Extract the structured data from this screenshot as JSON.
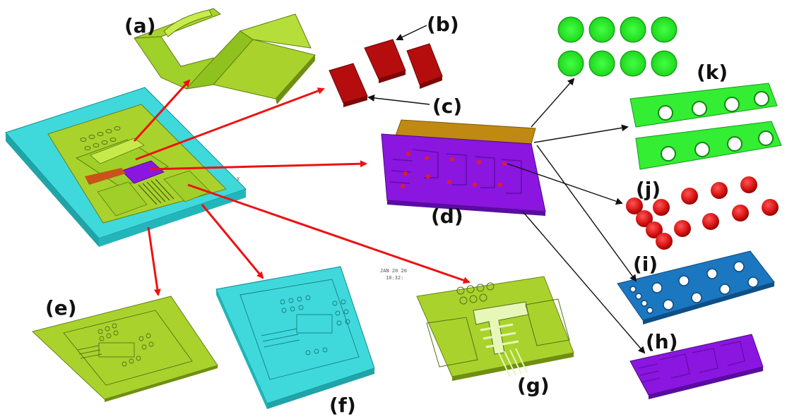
{
  "labels": {
    "a": "(a)",
    "b": "(b)",
    "c": "(c)",
    "d": "(d)",
    "e": "(e)",
    "f": "(f)",
    "g": "(g)",
    "h": "(h)",
    "i": "(i)",
    "j": "(j)",
    "k": "(k)"
  },
  "stamp": {
    "line1": "JAN 20 20",
    "line2": "10:32:"
  },
  "colors": {
    "substrate": "#3fd9dc",
    "substrate_dark": "#1fa4a8",
    "frame": "#a9d32c",
    "frame_dark": "#6f8f12",
    "bright_green": "#33ee33",
    "dark_red": "#b50d0d",
    "purple": "#8a16e0",
    "gold": "#c08a12",
    "blue": "#1b77bf",
    "red_arrow": "#ee1111",
    "black_arrow": "#111111"
  }
}
